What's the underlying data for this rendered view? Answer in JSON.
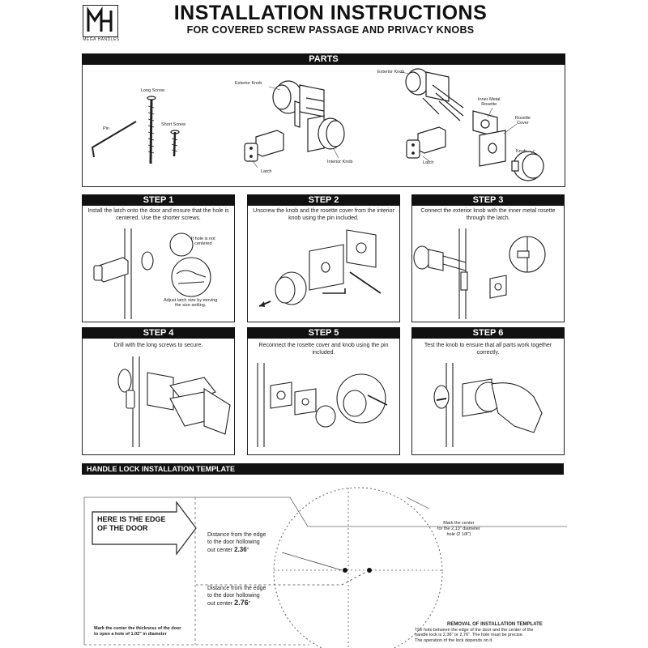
{
  "brand": {
    "initials": "MH",
    "name": "MEGA HANDLES"
  },
  "header": {
    "title": "INSTALLATION INSTRUCTIONS",
    "subtitle": "FOR COVERED SCREW PASSAGE AND PRIVACY KNOBS"
  },
  "parts": {
    "heading": "PARTS",
    "labels": {
      "pin": "Pin",
      "long_screw": "Long Screw",
      "short_screw": "Short Screw",
      "exterior_knob_a": "Exterior Knob",
      "latch_a": "Latch",
      "interior_knob": "Interior Knob",
      "exterior_knob_b": "Exterior Knob",
      "inner_metal_rosette": "Inner Metal\nRosette",
      "rosette_cover": "Rosette\nCover",
      "latch_b": "Latch",
      "knob": "Knob"
    }
  },
  "steps": [
    {
      "title": "STEP 1",
      "desc": "Install the latch onto the door and ensure that the hole is centered. Use the shorter screws.",
      "note_a": "If hole is not\ncentered",
      "note_b": "Adjust latch size by moving\nthe size setting."
    },
    {
      "title": "STEP 2",
      "desc": "Unscrew the knob and the rosette cover from the interior knob using the pin included."
    },
    {
      "title": "STEP 3",
      "desc": "Connect the exterior knob with the inner metal rosette through the latch."
    },
    {
      "title": "STEP 4",
      "desc": "Drill with the long screws to secure."
    },
    {
      "title": "STEP 5",
      "desc": "Reconnect the rosette cover and knob using the pin included."
    },
    {
      "title": "STEP 6",
      "desc": "Test the knob to ensure that all parts work together correctly."
    }
  ],
  "template": {
    "heading": "HANDLE LOCK INSTALLATION TEMPLATE",
    "edge_label_1": "HERE IS THE EDGE",
    "edge_label_2": "OF THE DOOR",
    "dist1_lines": [
      "Distance from the edge",
      "to the door hollowing"
    ],
    "dist1_prefix": "out center ",
    "dist1_value": "2.36",
    "dist1_suffix": "\"",
    "dist2_lines": [
      "Distance from the edge",
      "to the door hollowing"
    ],
    "dist2_prefix": "out center ",
    "dist2_value": "2.76",
    "dist2_suffix": "\"",
    "mark_center_lines": [
      "Mark the center",
      "for the 2.13\" diameter",
      "hole (2 1/8\")"
    ],
    "bottom_left_lines": [
      "Mark the center the thickness of the door",
      "to open a hole of 1.02\" in diameter"
    ],
    "removal_title": "REMOVAL OF INSTALLATION TEMPLATE",
    "removal_lines": [
      "The hole between the edge of the door and the center of the",
      "handle lock is 2.36\" or 2.76\". The hole must be precise.",
      "The operation of the lock depends on it."
    ]
  }
}
